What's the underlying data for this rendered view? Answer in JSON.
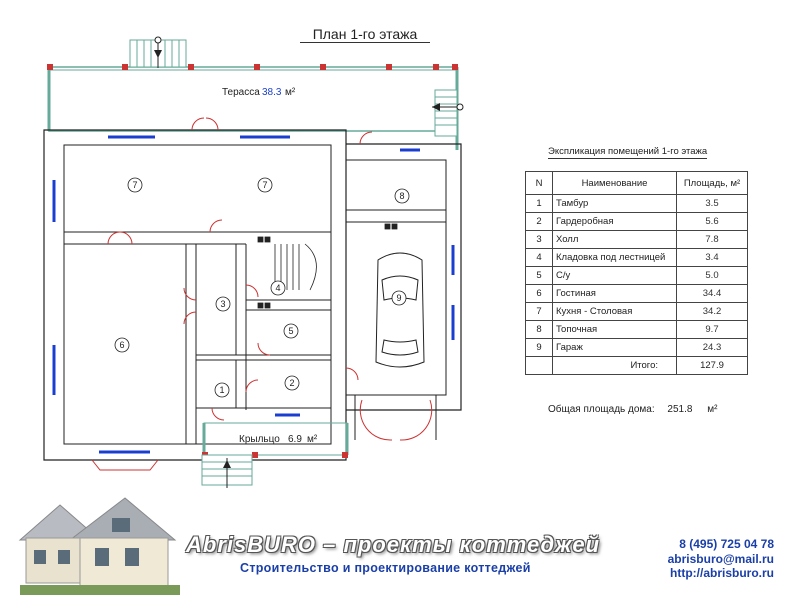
{
  "plan_title": "План 1-го этажа",
  "terrace": {
    "label": "Терасса",
    "area": "38.3",
    "unit": "м²"
  },
  "porch": {
    "label": "Крыльцо",
    "area": "6.9",
    "unit": "м²"
  },
  "room_numbers": [
    "7",
    "7",
    "8",
    "3",
    "4",
    "5",
    "6",
    "9",
    "1",
    "2"
  ],
  "table": {
    "title": "Экспликация помещений 1-го этажа",
    "headers": {
      "n": "N",
      "name": "Наименование",
      "area": "Площадь, м²"
    },
    "rows": [
      {
        "n": "1",
        "name": "Тамбур",
        "area": "3.5"
      },
      {
        "n": "2",
        "name": "Гардеробная",
        "area": "5.6"
      },
      {
        "n": "3",
        "name": "Холл",
        "area": "7.8"
      },
      {
        "n": "4",
        "name": "Кладовка под лестницей",
        "area": "3.4"
      },
      {
        "n": "5",
        "name": "С/у",
        "area": "5.0"
      },
      {
        "n": "6",
        "name": "Гостиная",
        "area": "34.4"
      },
      {
        "n": "7",
        "name": "Кухня - Столовая",
        "area": "34.2"
      },
      {
        "n": "8",
        "name": "Топочная",
        "area": "9.7"
      },
      {
        "n": "9",
        "name": "Гараж",
        "area": "24.3"
      }
    ],
    "total_label": "Итого:",
    "total_value": "127.9"
  },
  "house_area": {
    "label": "Общая площадь дома:",
    "value": "251.8",
    "unit": "м²"
  },
  "branding": {
    "banner": "AbrisBURO – проекты коттеджей",
    "subtitle": "Строительство и проектирование коттеджей",
    "phone": "8 (495) 725 04 78",
    "email": "abrisburo@mail.ru",
    "site": "http://abrisburo.ru"
  }
}
